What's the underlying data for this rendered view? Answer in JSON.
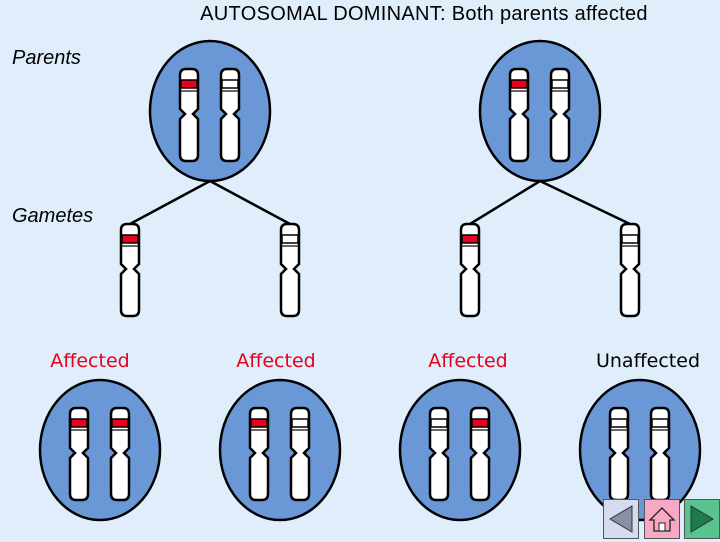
{
  "title": "AUTOSOMAL DOMINANT: Both parents affected",
  "labels": {
    "parents": "Parents",
    "gametes": "Gametes"
  },
  "outcomes": [
    {
      "text": "Affected",
      "alleles": [
        "dominant",
        "dominant"
      ]
    },
    {
      "text": "Affected",
      "alleles": [
        "dominant",
        "normal"
      ]
    },
    {
      "text": "Affected",
      "alleles": [
        "normal",
        "dominant"
      ]
    },
    {
      "text": "Unaffected",
      "alleles": [
        "normal",
        "normal"
      ]
    }
  ],
  "parents": [
    {
      "alleles": [
        "dominant",
        "normal"
      ]
    },
    {
      "alleles": [
        "dominant",
        "normal"
      ]
    }
  ],
  "gametes": [
    {
      "allele": "dominant"
    },
    {
      "allele": "normal"
    },
    {
      "allele": "dominant"
    },
    {
      "allele": "normal"
    }
  ],
  "colors": {
    "background": "#dfeefa",
    "cell_fill": "#6a98d6",
    "dominant_allele": "#e8001c",
    "normal_allele": "#ffffff",
    "affected_text": "#e8001c",
    "unaffected_text": "#000000"
  },
  "nav": {
    "prev": "left-arrow-icon",
    "home": "home-icon",
    "next": "right-arrow-icon"
  }
}
